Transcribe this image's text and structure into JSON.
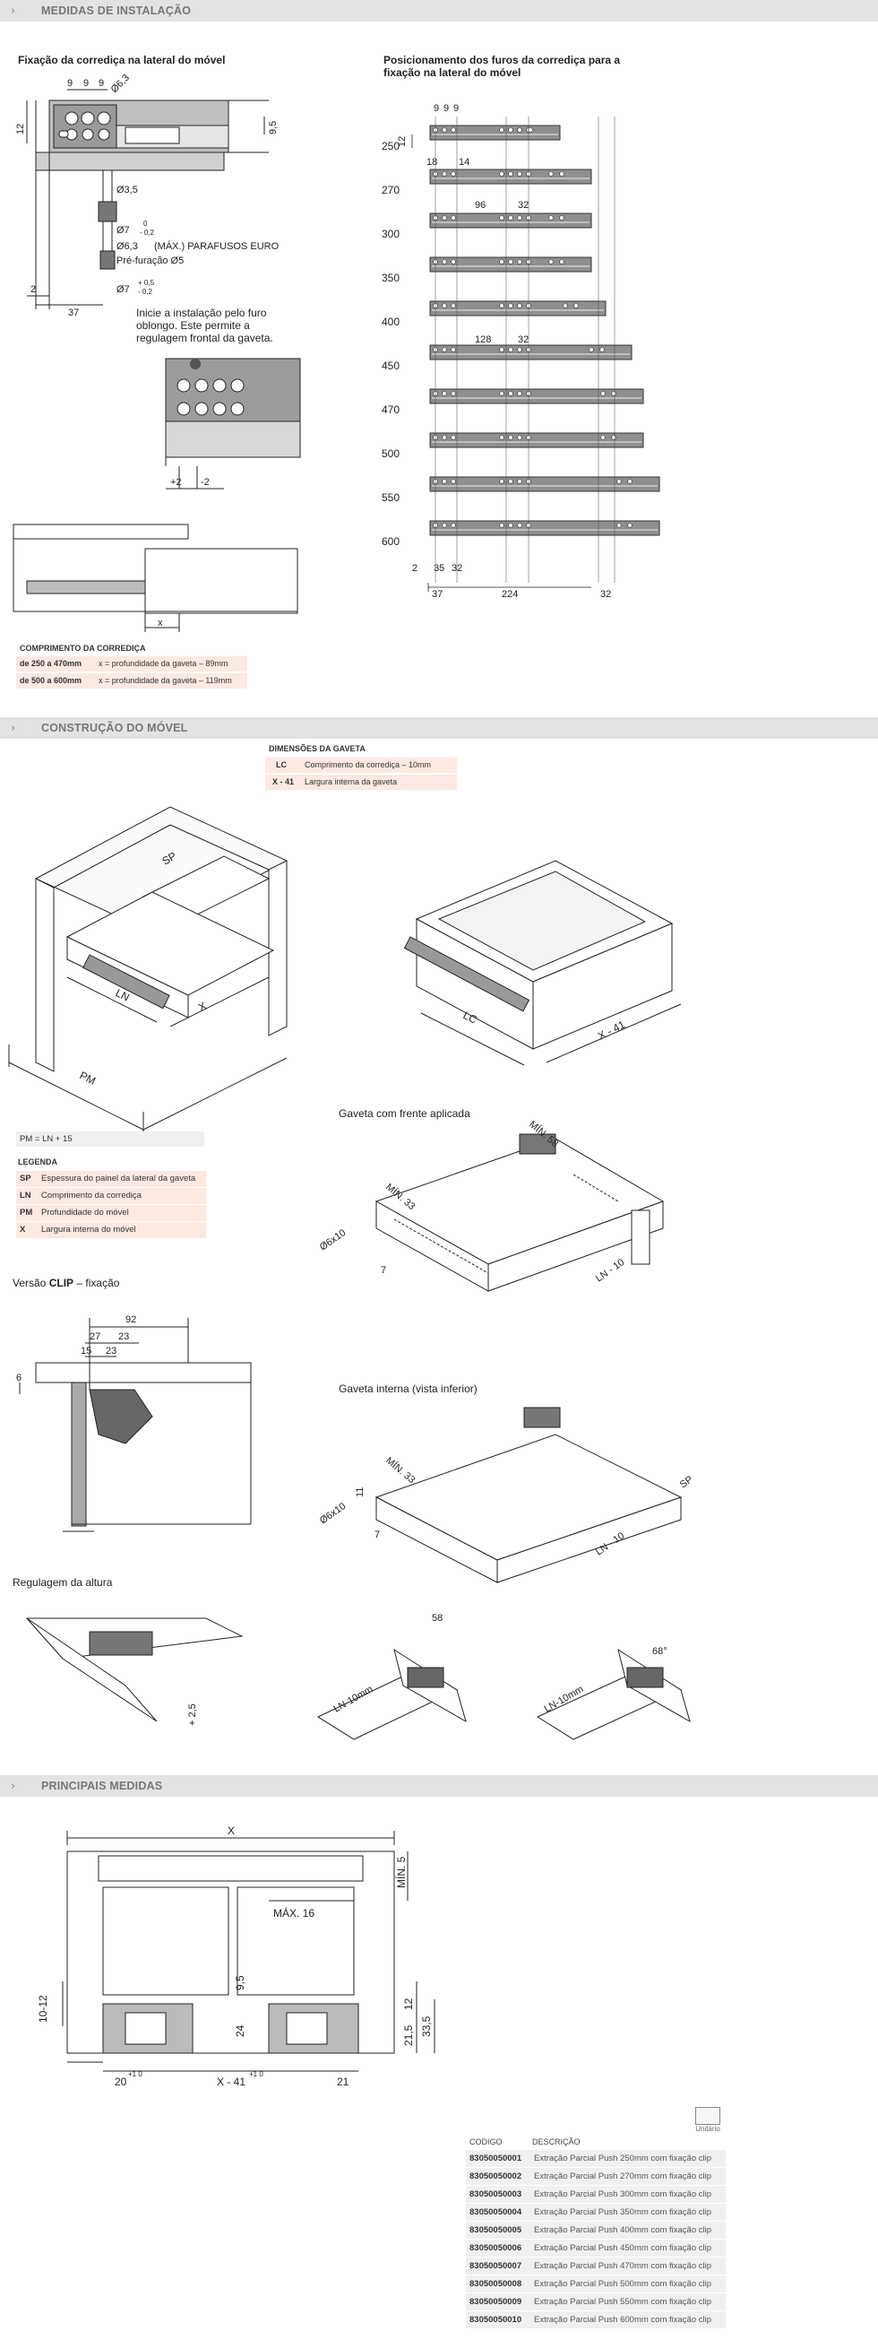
{
  "sections": {
    "s1": "MEDIDAS DE INSTALAÇÃO",
    "s2": "CONSTRUÇÃO DO MÓVEL",
    "s3": "PRINCIPAIS MEDIDAS"
  },
  "install": {
    "title_left": "Fixação da corrediça na lateral do móvel",
    "title_right_1": "Posicionamento dos furos da corrediça para a",
    "title_right_2": "fixação na lateral do móvel",
    "dims": {
      "d9a": "9",
      "d9b": "9",
      "d9c": "9",
      "d63": "Ø6,3",
      "d12": "12",
      "d95": "9,5",
      "d35": "Ø3,5",
      "d7": "Ø7",
      "tol1_top": "0",
      "tol1_bot": "- 0,2",
      "max": "(MÁX.) PARAFUSOS EURO",
      "d63b": "Ø6,3",
      "pre": "Pré-furação Ø5",
      "d7b": "Ø7",
      "tol2_top": "+ 0,5",
      "tol2_bot": "- 0,2",
      "d2": "2",
      "d37": "37"
    },
    "note_1": "Inicie a instalação pelo furo",
    "note_2": "oblongo. Este permite a",
    "note_3": "regulagem frontal da gaveta.",
    "adj_plus": "+2",
    "adj_minus": "-2",
    "x_label": "x",
    "lengths": [
      "250",
      "270",
      "300",
      "350",
      "400",
      "450",
      "470",
      "500",
      "550",
      "600"
    ],
    "hole_dims": {
      "h9a": "9",
      "h9b": "9",
      "h9c": "9",
      "h12": "12",
      "h18": "18",
      "h14": "14",
      "h96": "96",
      "h32a": "32",
      "h128": "128",
      "h32b": "32",
      "h2": "2",
      "h35": "35",
      "h32c": "32",
      "h37": "37",
      "h224": "224",
      "h32d": "32"
    },
    "comp_title": "COMPRIMENTO DA CORREDIÇA",
    "comp_rows": [
      {
        "range": "de 250 a 470mm",
        "desc": "x = profundidade da gaveta – 89mm"
      },
      {
        "range": "de 500 a 600mm",
        "desc": "x = profundidade da gaveta – 119mm"
      }
    ]
  },
  "construction": {
    "dim_title": "DIMENSÕES DA GAVETA",
    "dim_rows": [
      {
        "code": "LC",
        "desc": "Comprimento da corrediça – 10mm"
      },
      {
        "code": "X - 41",
        "desc": "Largura interna da gaveta"
      }
    ],
    "labels": {
      "sp": "SP",
      "ln": "LN",
      "pm": "PM",
      "x": "X",
      "lc": "LC",
      "x41": "X - 41"
    },
    "pm_formula": "PM = LN + 15",
    "legend_title": "LEGENDA",
    "legend": [
      {
        "code": "SP",
        "desc": "Espessura do painel da lateral da gaveta"
      },
      {
        "code": "LN",
        "desc": "Comprimento da corrediça"
      },
      {
        "code": "PM",
        "desc": "Profundidade do móvel"
      },
      {
        "code": "X",
        "desc": "Largura interna do móvel"
      }
    ],
    "front_title": "Gaveta com frente aplicada",
    "front_dims": {
      "min58": "MÍN. 58",
      "min33": "MÍN. 33",
      "d6x10": "Ø6x10",
      "d7": "7",
      "ln10": "LN - 10"
    },
    "clip_title_pre": "Versão ",
    "clip_title_bold": "CLIP",
    "clip_title_post": " – fixação",
    "clip_dims": {
      "c92": "92",
      "c27": "27",
      "c23a": "23",
      "c15": "15",
      "c23b": "23",
      "c6": "6"
    },
    "inner_title": "Gaveta interna (vista inferior)",
    "inner_dims": {
      "min33": "MÍN. 33",
      "d11": "11",
      "d6x10": "Ø6x10",
      "d7": "7",
      "ln10": "LN - 10",
      "sp": "SP"
    },
    "height_title": "Regulagem da altura",
    "height_dims": {
      "plus25": "+ 2,5",
      "d58": "58",
      "ln10a": "LN-10mm",
      "d68": "68°",
      "ln10b": "LN-10mm"
    }
  },
  "main": {
    "x": "X",
    "max16": "MÁX. 16",
    "min5": "MÍN. 5",
    "d1012": "10-12",
    "d95": "9,5",
    "d24": "24",
    "d12": "12",
    "d215": "21,5",
    "d335": "33,5",
    "d20": "20",
    "tol20": "+1 0",
    "x41": "X - 41",
    "tolx": "+1 0",
    "d21": "21"
  },
  "table": {
    "unit_label": "Unitário",
    "headers": [
      "CODIGO",
      "DESCRIÇÃO"
    ],
    "rows": [
      {
        "code": "83050050001",
        "desc": "Extração Parcial Push 250mm com fixação clip"
      },
      {
        "code": "83050050002",
        "desc": "Extração Parcial Push 270mm com fixação clip"
      },
      {
        "code": "83050050003",
        "desc": "Extração Parcial Push 300mm com fixação clip"
      },
      {
        "code": "83050050004",
        "desc": "Extração Parcial Push 350mm com fixação clip"
      },
      {
        "code": "83050050005",
        "desc": "Extração Parcial Push 400mm com fixação clip"
      },
      {
        "code": "83050050006",
        "desc": "Extração Parcial Push 450mm com fixação clip"
      },
      {
        "code": "83050050007",
        "desc": "Extração Parcial Push 470mm com fixação clip"
      },
      {
        "code": "83050050008",
        "desc": "Extração Parcial Push 500mm com fixação clip"
      },
      {
        "code": "83050050009",
        "desc": "Extração Parcial Push 550mm com fixação clip"
      },
      {
        "code": "83050050010",
        "desc": "Extração Parcial Push 600mm com fixação clip"
      }
    ]
  }
}
